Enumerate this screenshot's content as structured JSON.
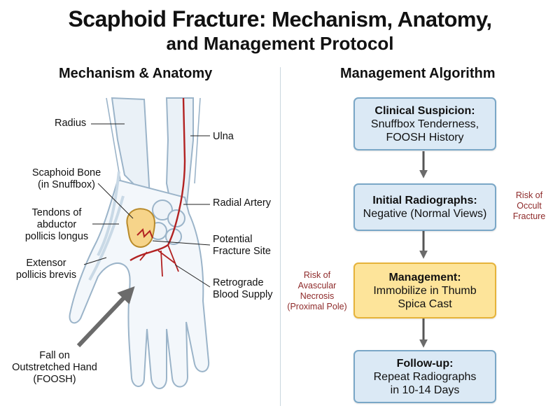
{
  "header": {
    "title_lead": "Scaphoid Fracture:",
    "title_rest": " Mechanism, Anatomy,",
    "title_line2": "and Management Protocol"
  },
  "left_panel": {
    "heading": "Mechanism & Anatomy",
    "labels": {
      "radius": "Radius",
      "ulna": "Ulna",
      "scaphoid_1": "Scaphoid Bone",
      "scaphoid_2": "(in Snuffbox)",
      "apl_1": "Tendons of",
      "apl_2": "abductor",
      "apl_3": "pollicis longus",
      "radial_artery": "Radial Artery",
      "fracture_1": "Potential",
      "fracture_2": "Fracture Site",
      "epb_1": "Extensor",
      "epb_2": "pollicis brevis",
      "retro_1": "Retrograde",
      "retro_2": "Blood Supply",
      "foosh_1": "Fall on",
      "foosh_2": "Outstretched Hand",
      "foosh_3": "(FOOSH)"
    }
  },
  "right_panel": {
    "heading": "Management Algorithm",
    "steps": [
      {
        "title": "Clinical Suspicion:",
        "line1": "Snuffbox Tenderness,",
        "line2": "FOOSH History"
      },
      {
        "title": "Initial Radiographs:",
        "line1": "Negative (Normal Views)",
        "line2": ""
      },
      {
        "title": "Management:",
        "line1": "Immobilize in Thumb",
        "line2": "Spica Cast"
      },
      {
        "title": "Follow-up:",
        "line1": "Repeat Radiographs",
        "line2": "in 10-14 Days"
      }
    ],
    "risks": {
      "occult_1": "Risk of",
      "occult_2": "Occult",
      "occult_3": "Fracture",
      "avn_1": "Risk of",
      "avn_2": "Avascular",
      "avn_3": "Necrosis",
      "avn_4": "(Proximal Pole)"
    }
  },
  "colors": {
    "bone": "#eaf1f7",
    "outline": "#9bb4c9",
    "artery": "#b22222",
    "scaphoid": "#f6d48a",
    "box_fill": "#dbe9f5",
    "box_border": "#7aa7c7",
    "highlight_fill": "#fde49a",
    "risk_text": "#8e2a2a"
  }
}
